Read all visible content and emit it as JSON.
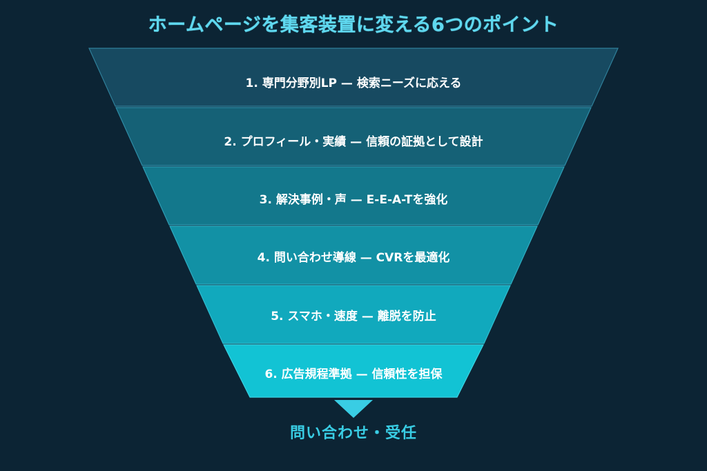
{
  "title": "ホームページを集客装置に変える6つのポイント",
  "background_color": "#0c2434",
  "accent_color": "#5fd8ef",
  "funnel": {
    "segments": [
      {
        "number": "1.",
        "title": "専門分野別LP",
        "dash": "—",
        "detail": "検索ニーズに応える",
        "text": "1. 専門分野別LP  —  検索ニーズに応える",
        "color": "#174a61"
      },
      {
        "number": "2.",
        "title": "プロフィール・実績",
        "dash": "—",
        "detail": "信頼の証拠として設計",
        "text": "2. プロフィール・実績  —  信頼の証拠として設計",
        "color": "#156176"
      },
      {
        "number": "3.",
        "title": "解決事例・声",
        "dash": "—",
        "detail": "E-E-A-Tを強化",
        "text": "3. 解決事例・声  —  E-E-A-Tを強化",
        "color": "#13788c"
      },
      {
        "number": "4.",
        "title": "問い合わせ導線",
        "dash": "—",
        "detail": "CVRを最適化",
        "text": "4. 問い合わせ導線  —  CVRを最適化",
        "color": "#1291a5"
      },
      {
        "number": "5.",
        "title": "スマホ・速度",
        "dash": "—",
        "detail": "離脱を防止",
        "text": "5. スマホ・速度  —  離脱を防止",
        "color": "#11a9bd"
      },
      {
        "number": "6.",
        "title": "広告規程準拠",
        "dash": "—",
        "detail": "信頼性を担保",
        "text": "6. 広告規程準拠  —  信頼性を担保",
        "color": "#12c3d4"
      }
    ]
  },
  "outlet": {
    "arrow_icon": "triangle-down-icon",
    "caption": "問い合わせ・受任",
    "color": "#39cde4"
  }
}
